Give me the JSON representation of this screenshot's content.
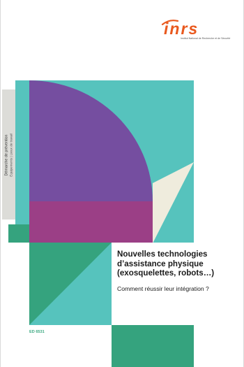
{
  "logo": {
    "word": "inrs",
    "tagline": "Institut National de Recherche et de Sécurité",
    "icon": "inrs-swoosh-logo"
  },
  "side_label": {
    "line1": "Démarche de prévention",
    "line2": "Équipements | Lieux de travail"
  },
  "title": {
    "lines": [
      "Nouvelles technologies",
      "d’assistance physique",
      "(exosquelettes, robots…)"
    ],
    "subtitle": "Comment réussir leur intégration ?"
  },
  "reference": "ED 6531",
  "colors": {
    "teal": "#56c3bd",
    "purple": "#754ea0",
    "magenta": "#9b3f86",
    "green": "#35a37e",
    "cream": "#efecdd",
    "orange": "#e9591e",
    "side_band": "#dcdcd8"
  }
}
